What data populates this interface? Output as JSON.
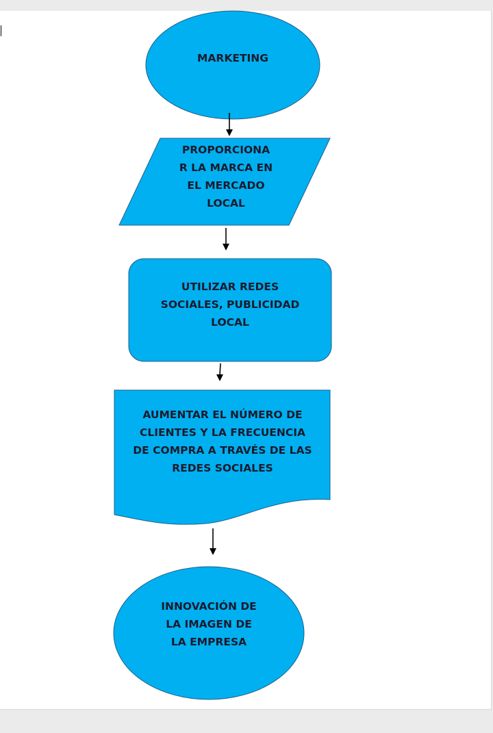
{
  "diagram": {
    "colors": {
      "shape_fill": "#00b0f0",
      "shape_stroke": "#1f5f8b",
      "text": "#1a1a2e",
      "arrow": "#000000",
      "page": "#ffffff",
      "backdrop": "#ebebeb"
    },
    "nodes": [
      {
        "shape": "ellipse",
        "label": "MARKETING"
      },
      {
        "shape": "parallelogram",
        "label": "PROPORCIONA\nR LA MARCA EN\nEL MERCADO\nLOCAL"
      },
      {
        "shape": "rounded-rectangle",
        "label": "UTILIZAR REDES\nSOCIALES, PUBLICIDAD\nLOCAL"
      },
      {
        "shape": "document",
        "label": "AUMENTAR EL NÚMERO DE\nCLIENTES Y LA FRECUENCIA\nDE COMPRA A TRAVÉS DE LAS\nREDES SOCIALES"
      },
      {
        "shape": "ellipse",
        "label": "INNOVACIÓN DE\nLA IMAGEN DE\nLA EMPRESA"
      }
    ],
    "edges": [
      {
        "from": 0,
        "to": 1
      },
      {
        "from": 1,
        "to": 2
      },
      {
        "from": 2,
        "to": 3
      },
      {
        "from": 3,
        "to": 4
      }
    ]
  }
}
